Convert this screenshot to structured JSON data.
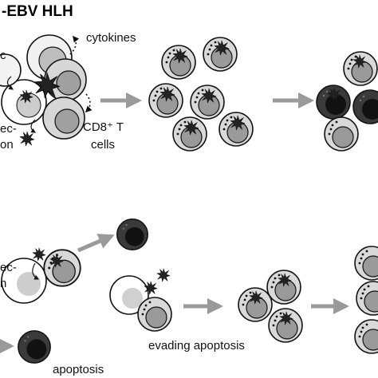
{
  "diagram": {
    "title": "-EBV HLH",
    "labels": {
      "cytokines": "cytokines",
      "infection_top_line1": "ec-",
      "infection_top_line2": "on",
      "cd8_line1": "CD8⁺ T",
      "cd8_line2": "cells",
      "infection_bottom_line1": "ec-",
      "infection_bottom_line2": "n",
      "evading": "evading apoptosis",
      "apoptosis": "apoptosis",
      "partial_top": "c"
    }
  },
  "colors": {
    "cell_outline": "#111111",
    "cell_fill": "#ffffff",
    "nucleus_light": "#bdbdbd",
    "nucleus_mid": "#8f8f8f",
    "cell_dark": "#2a2a2a",
    "arrow": "#9a9a9a"
  }
}
